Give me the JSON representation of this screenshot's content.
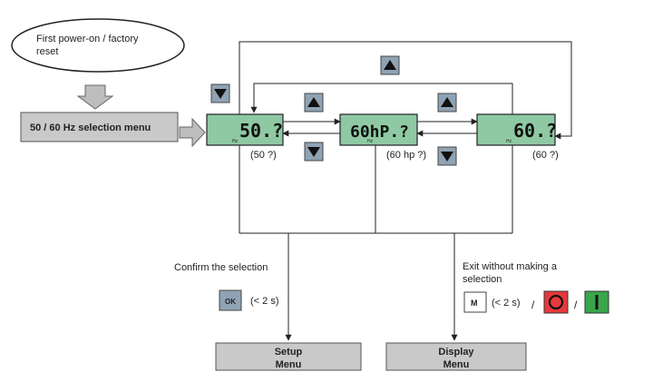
{
  "start_node": {
    "line1": "First power-on / factory",
    "line2": "reset"
  },
  "selection_menu": {
    "label": "50 / 60 Hz selection menu"
  },
  "displays": [
    {
      "text": "50.?",
      "unit": "Hz",
      "caption": "(50 ?)"
    },
    {
      "text": "60hP.?",
      "unit": "Hz",
      "caption": "(60 hp ?)"
    },
    {
      "text": "60.?",
      "unit": "Hz",
      "caption": "(60 ?)"
    }
  ],
  "confirm": {
    "label": "Confirm the selection",
    "key": "OK",
    "timing": "(< 2 s)"
  },
  "exit": {
    "line1": "Exit without making a",
    "line2": "selection",
    "key": "M",
    "timing": "(< 2 s)",
    "sep1": "/",
    "sep2": "/"
  },
  "setup_menu": {
    "line1": "Setup",
    "line2": "Menu"
  },
  "display_menu": {
    "line1": "Display",
    "line2": "Menu"
  },
  "icons": {
    "up": "up-arrow-key-icon",
    "down": "down-arrow-key-icon",
    "stop": "stop-key-icon",
    "run": "run-key-icon"
  },
  "colors": {
    "lcd_green": "#8fc9a3",
    "key_gray": "#8fa3b4",
    "stop_red": "#e8383d",
    "run_green": "#3aa64a"
  }
}
